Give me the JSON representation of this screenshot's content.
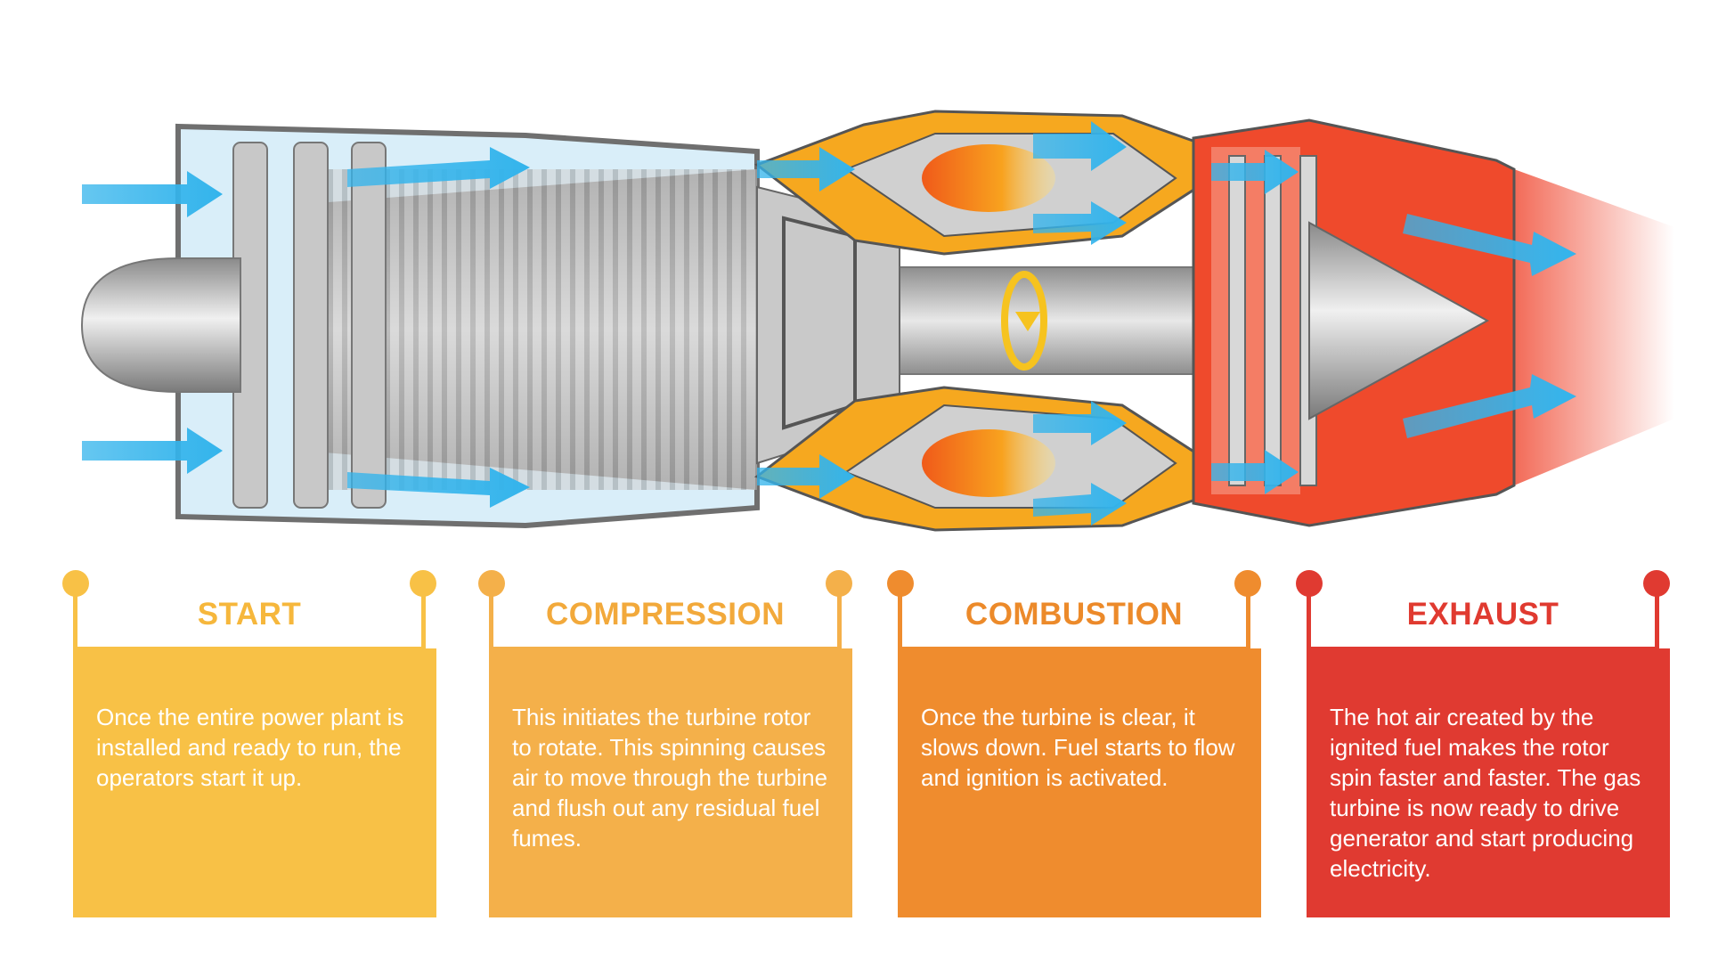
{
  "stages": [
    {
      "title": "START",
      "text": "Once the entire power plant is installed and ready to run, the operators start it up.",
      "title_color": "#f6b73c",
      "box_color": "#f8c146",
      "dot_color": "#f8c146"
    },
    {
      "title": "COMPRESSION",
      "text": "This initiates the turbine rotor to rotate. This spinning causes air to move through the turbine and flush out any residual fuel fumes.",
      "title_color": "#f2a93b",
      "box_color": "#f4b04a",
      "dot_color": "#f4b04a"
    },
    {
      "title": "COMBUSTION",
      "text": "Once the turbine is clear, it slows down. Fuel starts to flow and ignition is activated.",
      "title_color": "#ec8a2a",
      "box_color": "#ef8c2e",
      "dot_color": "#ef8c2e"
    },
    {
      "title": "EXHAUST",
      "text": "The hot air created by the ignited fuel makes the rotor spin faster and faster. The gas turbine is now ready to drive generator and start producing electricity.",
      "title_color": "#e03a30",
      "box_color": "#e03a31",
      "dot_color": "#e03a31"
    }
  ],
  "colors": {
    "airflow_arrow": "#33b4ec",
    "compressor_tint": "#bfe3f7",
    "combustor_casing": "#f6a81f",
    "exhaust_casing": "#ef4a2c",
    "metal": "#b9b9b9",
    "flame": "#f48a1e"
  },
  "icons": {
    "rotation": "rotation-arrow-icon",
    "airflow": "airflow-arrow-icon"
  }
}
